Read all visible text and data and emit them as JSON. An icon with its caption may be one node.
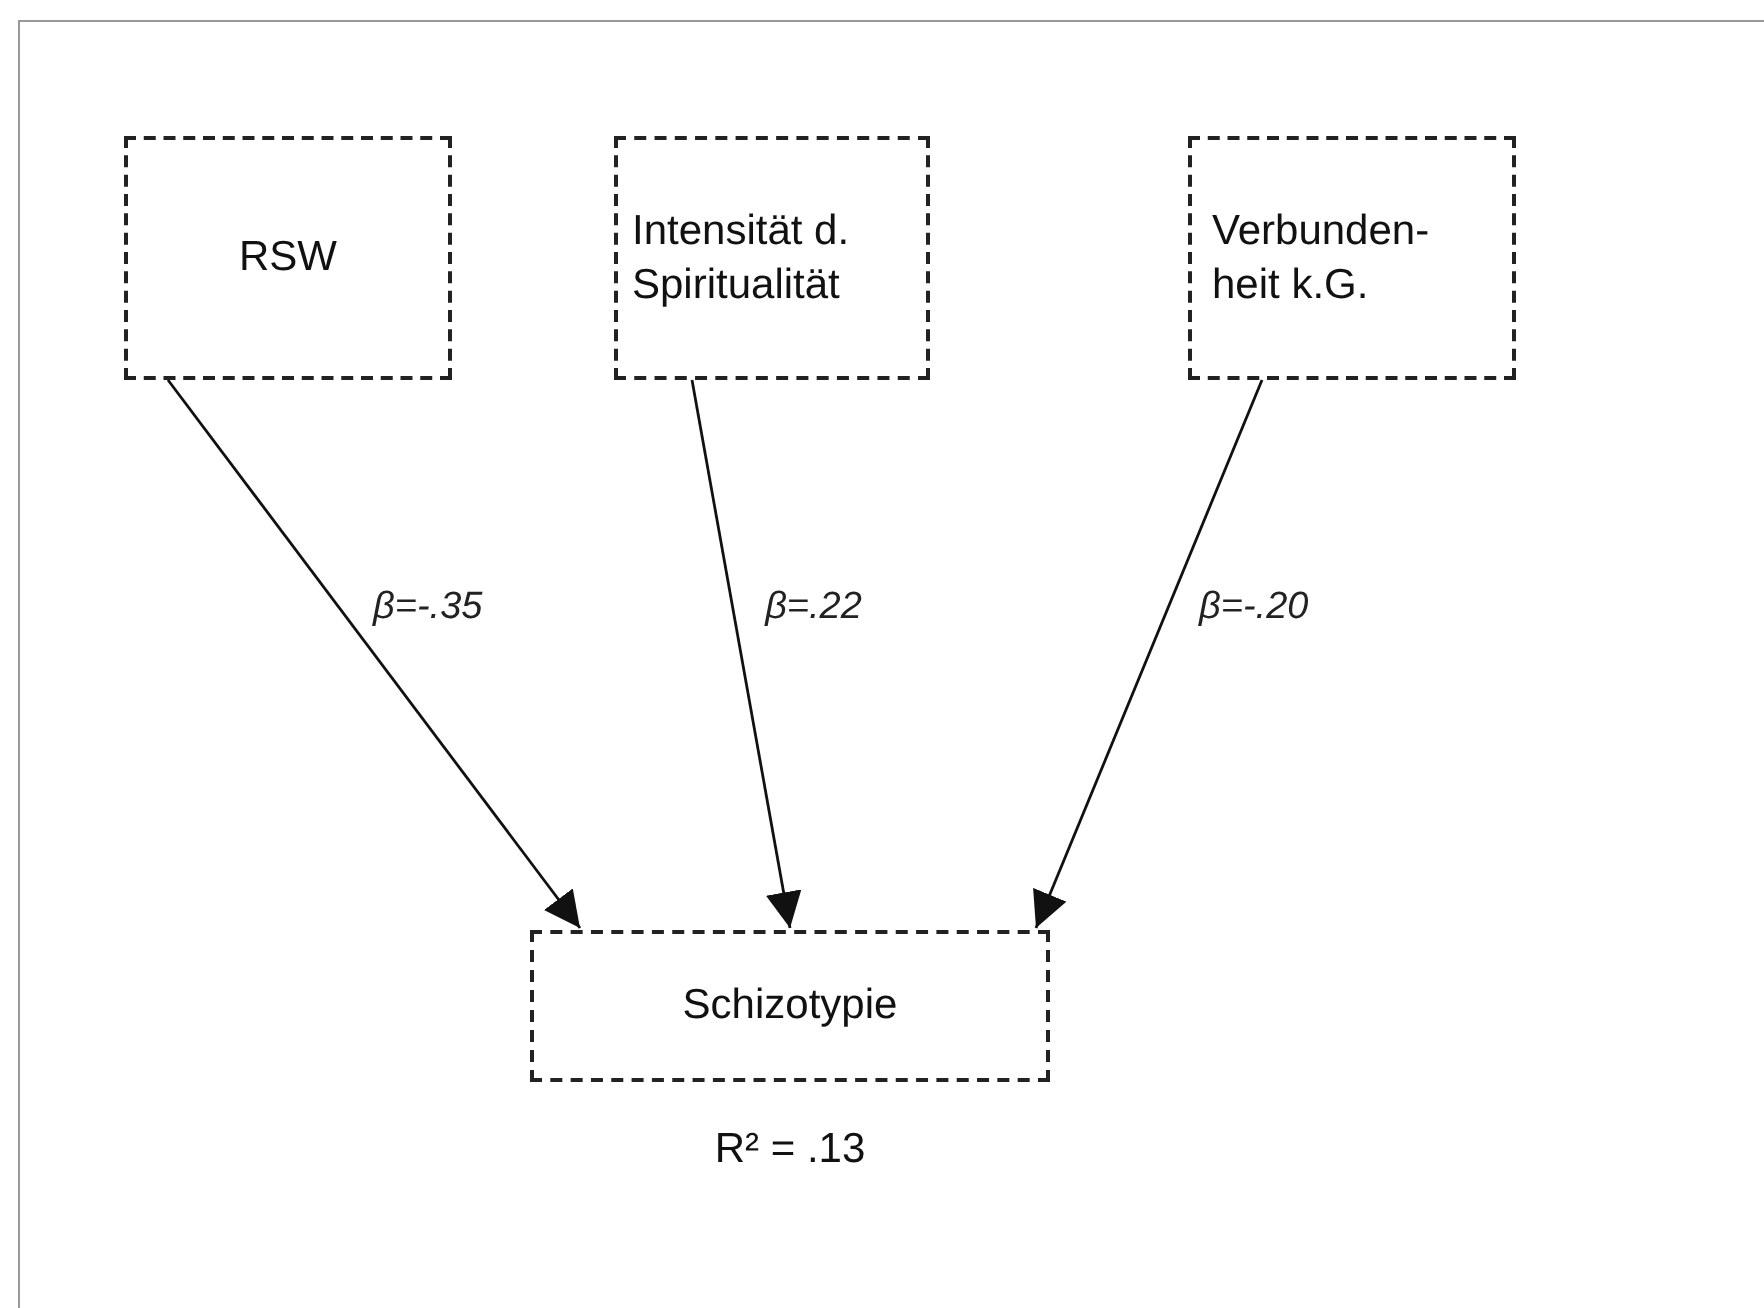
{
  "diagram": {
    "nodes": [
      {
        "text": [
          "RSW"
        ]
      },
      {
        "text": [
          "Intensität d. Spiritualität"
        ]
      },
      {
        "text": [
          "Verbunden- heit k.G."
        ]
      },
      {
        "text": [
          "Schizotypie"
        ],
        "beside": [
          "R² = .13"
        ]
      }
    ],
    "edges": [
      {
        "from": 0,
        "to": 3,
        "arrow": "to",
        "label": "β=-.35"
      },
      {
        "from": 1,
        "to": 3,
        "arrow": "to",
        "label": "β=.22"
      },
      {
        "from": 2,
        "to": 3,
        "arrow": "to",
        "label": "β=-.20"
      }
    ]
  }
}
